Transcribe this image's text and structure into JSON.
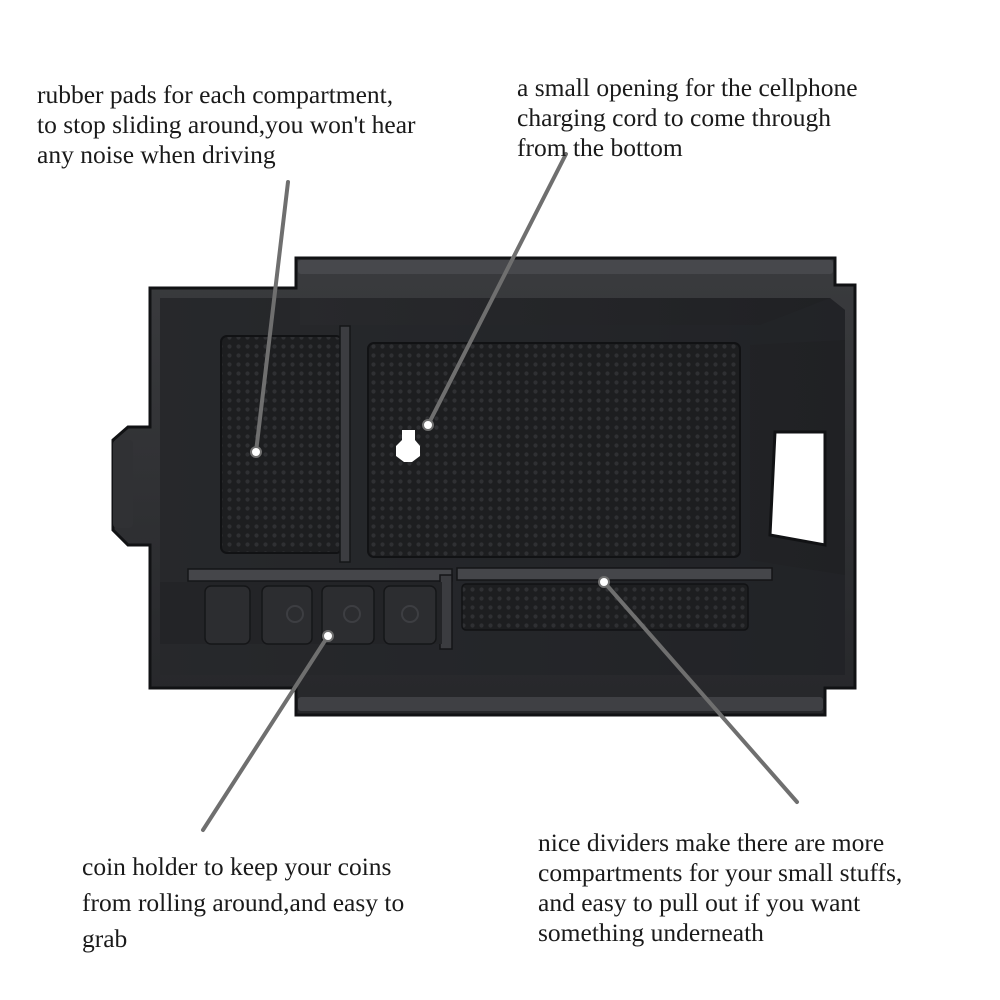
{
  "image": {
    "subject": "center console armrest storage tray organizer",
    "background_color": "#ffffff",
    "tray_color": "#2b2c2e",
    "pad_color": "#1f2022",
    "pointer_color": "#6f6f6f"
  },
  "callouts": {
    "rubber_pads": {
      "lines": [
        "rubber pads for each compartment,",
        "to stop sliding around,you won't hear",
        "any noise when driving"
      ]
    },
    "phone_opening": {
      "lines": [
        "a small opening for the cellphone",
        "charging cord to come through",
        "from the bottom"
      ]
    },
    "coin_holder": {
      "lines": [
        "coin holder to keep your coins",
        "from rolling around,and easy to",
        "grab"
      ]
    },
    "dividers": {
      "lines": [
        "nice dividers make there are more",
        "compartments for your small stuffs,",
        "and easy to pull out if you want",
        "something underneath"
      ]
    }
  }
}
